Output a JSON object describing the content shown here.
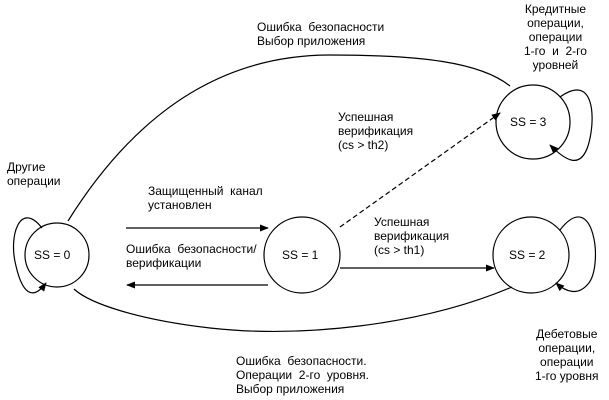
{
  "diagram": {
    "states": {
      "ss0": "SS = 0",
      "ss1": "SS = 1",
      "ss2": "SS = 2",
      "ss3": "SS = 3"
    },
    "labels": {
      "other_ops": "Другие\nоперации",
      "top_arc": "Ошибка  безопасности\nВыбор приложения",
      "credit_ops": "Кредитные\nоперации,\nоперации\n1-го  и  2-го\nуровней",
      "to_ss3": "Успешная\nверификация\n(cs > th2)",
      "channel": "Защищенный  канал\nустановлен",
      "to_ss2": "Успешная\nверификация\n(cs > th1)",
      "back_to_ss0": "Ошибка  безопасности/\nверификации",
      "debit_ops": "Дебетовые\nоперации,\nоперации\n1-го уровня",
      "bottom_arc": "Ошибка  безопасности.\nОперации  2-го  уровня.\nВыбор приложения"
    },
    "colors": {
      "line": "#000000",
      "text": "#000000",
      "background": "#ffffff"
    }
  }
}
